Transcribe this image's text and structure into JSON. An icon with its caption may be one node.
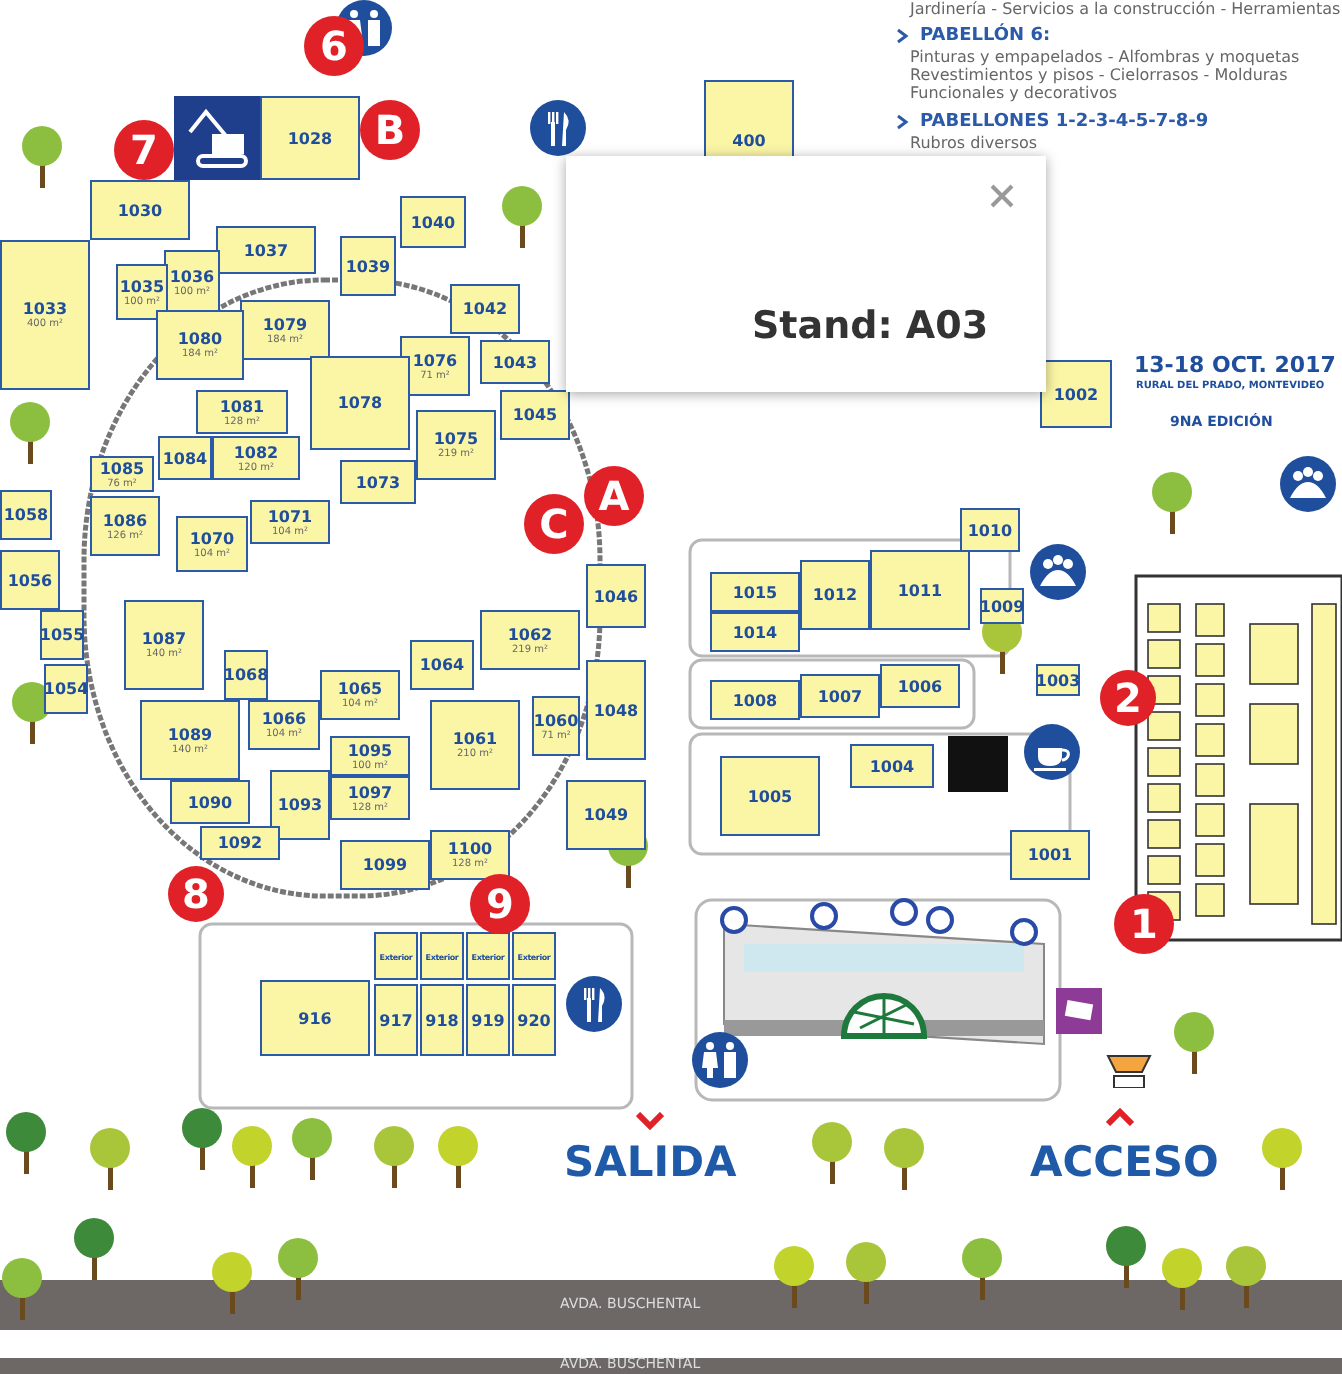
{
  "diagram": {
    "nodes": [
      {
        "text": [
          "400"
        ]
      },
      {
        "text": [
          "1028"
        ]
      },
      {
        "text": [
          "1030"
        ]
      },
      {
        "text": [
          "1037"
        ]
      },
      {
        "text": [
          "1036",
          "100 m²"
        ]
      },
      {
        "text": [
          "1035",
          "100 m²"
        ]
      },
      {
        "text": [
          "1039"
        ]
      },
      {
        "text": [
          "1040"
        ]
      },
      {
        "text": [
          "1033",
          "400 m²"
        ]
      },
      {
        "text": [
          "1042"
        ]
      },
      {
        "text": [
          "1079",
          "184 m²"
        ]
      },
      {
        "text": [
          "1080",
          "184 m²"
        ]
      },
      {
        "text": [
          "1076",
          "71 m²"
        ]
      },
      {
        "text": [
          "1043"
        ]
      },
      {
        "text": [
          "1078"
        ]
      },
      {
        "text": [
          "1081",
          "128 m²"
        ]
      },
      {
        "text": [
          "1045"
        ]
      },
      {
        "text": [
          "1002"
        ]
      },
      {
        "text": [
          "1084"
        ]
      },
      {
        "text": [
          "1082",
          "120 m²"
        ]
      },
      {
        "text": [
          "1075",
          "219 m²"
        ]
      },
      {
        "text": [
          "1073"
        ]
      },
      {
        "text": [
          "1085",
          "76 m²"
        ]
      },
      {
        "text": [
          "1058"
        ]
      },
      {
        "text": [
          "1086",
          "126 m²"
        ]
      },
      {
        "text": [
          "1071",
          "104 m²"
        ]
      },
      {
        "text": [
          "1070",
          "104 m²"
        ]
      },
      {
        "text": [
          "1056"
        ]
      },
      {
        "text": [
          "1046"
        ]
      },
      {
        "text": [
          "1015"
        ]
      },
      {
        "text": [
          "1012"
        ]
      },
      {
        "text": [
          "1011"
        ]
      },
      {
        "text": [
          "1010"
        ]
      },
      {
        "text": [
          "1009"
        ]
      },
      {
        "text": [
          "1014"
        ]
      },
      {
        "text": [
          "1055"
        ]
      },
      {
        "text": [
          "1087",
          "140 m²"
        ]
      },
      {
        "text": [
          "1062",
          "219 m²"
        ]
      },
      {
        "text": [
          "1064"
        ]
      },
      {
        "text": [
          "1068"
        ]
      },
      {
        "text": [
          "1054"
        ]
      },
      {
        "text": [
          "1003"
        ]
      },
      {
        "text": [
          "1008"
        ]
      },
      {
        "text": [
          "1007"
        ]
      },
      {
        "text": [
          "1006"
        ]
      },
      {
        "text": [
          "1065",
          "104 m²"
        ]
      },
      {
        "text": [
          "1066",
          "104 m²"
        ]
      },
      {
        "text": [
          "1048"
        ]
      },
      {
        "text": [
          "1060",
          "71 m²"
        ]
      },
      {
        "text": [
          "1089",
          "140 m²"
        ]
      },
      {
        "text": [
          "1061",
          "210 m²"
        ]
      },
      {
        "text": [
          "1095",
          "100 m²"
        ]
      },
      {
        "text": [
          "1004"
        ]
      },
      {
        "text": [
          "1005"
        ]
      },
      {
        "text": [
          "1093"
        ]
      },
      {
        "text": [
          "1097",
          "128 m²"
        ]
      },
      {
        "text": [
          "1049"
        ]
      },
      {
        "text": [
          "1090"
        ]
      },
      {
        "text": [
          "1092"
        ]
      },
      {
        "text": [
          "1001"
        ]
      },
      {
        "text": [
          "1099"
        ]
      },
      {
        "text": [
          "1100",
          "128 m²"
        ]
      },
      {
        "text": [
          "Exterior"
        ]
      },
      {
        "text": [
          "Exterior"
        ]
      },
      {
        "text": [
          "Exterior"
        ]
      },
      {
        "text": [
          "Exterior"
        ]
      },
      {
        "text": [
          "916"
        ]
      },
      {
        "text": [
          "917"
        ]
      },
      {
        "text": [
          "918"
        ]
      },
      {
        "text": [
          "919"
        ]
      },
      {
        "text": [
          "920"
        ]
      },
      {
        "text": [
          "6"
        ]
      },
      {
        "text": [
          "7"
        ]
      },
      {
        "text": [
          "B"
        ]
      },
      {
        "text": [
          "A"
        ]
      },
      {
        "text": [
          "C"
        ]
      },
      {
        "text": [
          "2"
        ]
      },
      {
        "text": [
          "1"
        ]
      },
      {
        "text": [
          "8"
        ]
      },
      {
        "text": [
          "9"
        ]
      }
    ],
    "labels": [
      "Jardinería - Servicios a la construcción - Herramientas",
      "PABELLÓN 6:",
      "Pinturas y empapelados - Alfombras y moquetas Revestimientos y pisos - Cielorrasos - Molduras Funcionales y decorativos",
      "PABELLONES 1-2-3-4-5-7-8-9",
      "Rubros diversos",
      "Stand: A03",
      "13-18 OCT. 2017",
      "RURAL DEL PRADO, MONTEVIDEO",
      "9NA EDICIÓN",
      "SALIDA",
      "ACCESO",
      "AVDA. BUSCHENTAL",
      "AVDA. BUSCHENTAL"
    ]
  }
}
